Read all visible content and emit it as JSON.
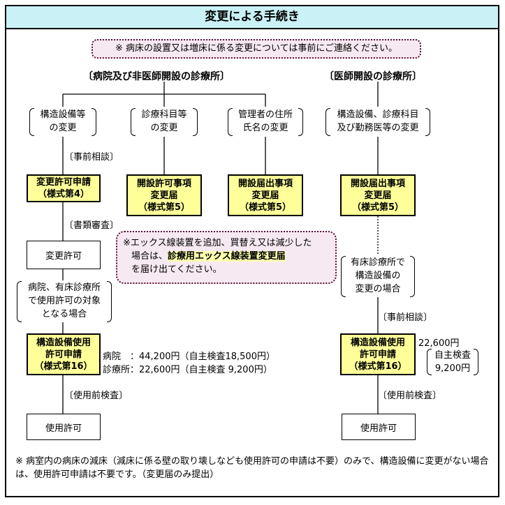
{
  "title": "変更による手続き",
  "top_note": "※ 病床の設置又は増床に係る変更については事前にご連絡ください。",
  "left_heading": "〔病院及び非医師開設の診療所〕",
  "right_heading": "〔医師開設の診療所〕",
  "changes": {
    "structure": "構造設備等\nの変更",
    "department": "診療科目等\nの変更",
    "manager": "管理者の住所\n氏名の変更",
    "clinic": "構造設備、診療科目\n及び勤務医等の変更"
  },
  "labels": {
    "prior_consult": "〔事前相談〕",
    "document_review": "〔書類審査〕",
    "pre_use_inspection": "〔使用前検査〕"
  },
  "forms": {
    "change_permit": "変更許可申請\n（様式第4）",
    "permit_items": "開設許可事項\n変更届\n（様式第5）",
    "notice_items": "開設届出事項\n変更届\n（様式第5）",
    "clinic_notice": "開設届出事項\n変更届\n（様式第5）",
    "structure_use": "構造設備使用\n許可申請\n（様式第16）",
    "clinic_structure_use": "構造設備使用\n許可申請\n（様式第16）"
  },
  "boxes": {
    "change_permission": "変更許可",
    "use_permission": "使用許可"
  },
  "conditions": {
    "hospital": "病院、有床診療所\nで使用許可の対象\nとなる場合",
    "clinic": "有床診療所で\n構造設備の\n変更の場合"
  },
  "fees": {
    "hospital": "病院　：44,200円（自主検査18,500円）",
    "clinic": "診療所：22,600円（自主検査 9,200円）",
    "right_top": "22,600円",
    "right_self": "自主検査\n9,200円"
  },
  "middle_note": {
    "line1": "※エックス線装置を追加、買替え又は減少した",
    "line2_pre": "場合は、",
    "line2_hl": "診療用エックス線装置変更届",
    "line3": "を届け出てください。"
  },
  "footer": "※ 病室内の病床の減床（減床に係る壁の取り壊しなども使用許可の申請は不要）のみで、構造設備に変更がない場合は、使用許可申請は不要です。（変更届のみ提出）"
}
